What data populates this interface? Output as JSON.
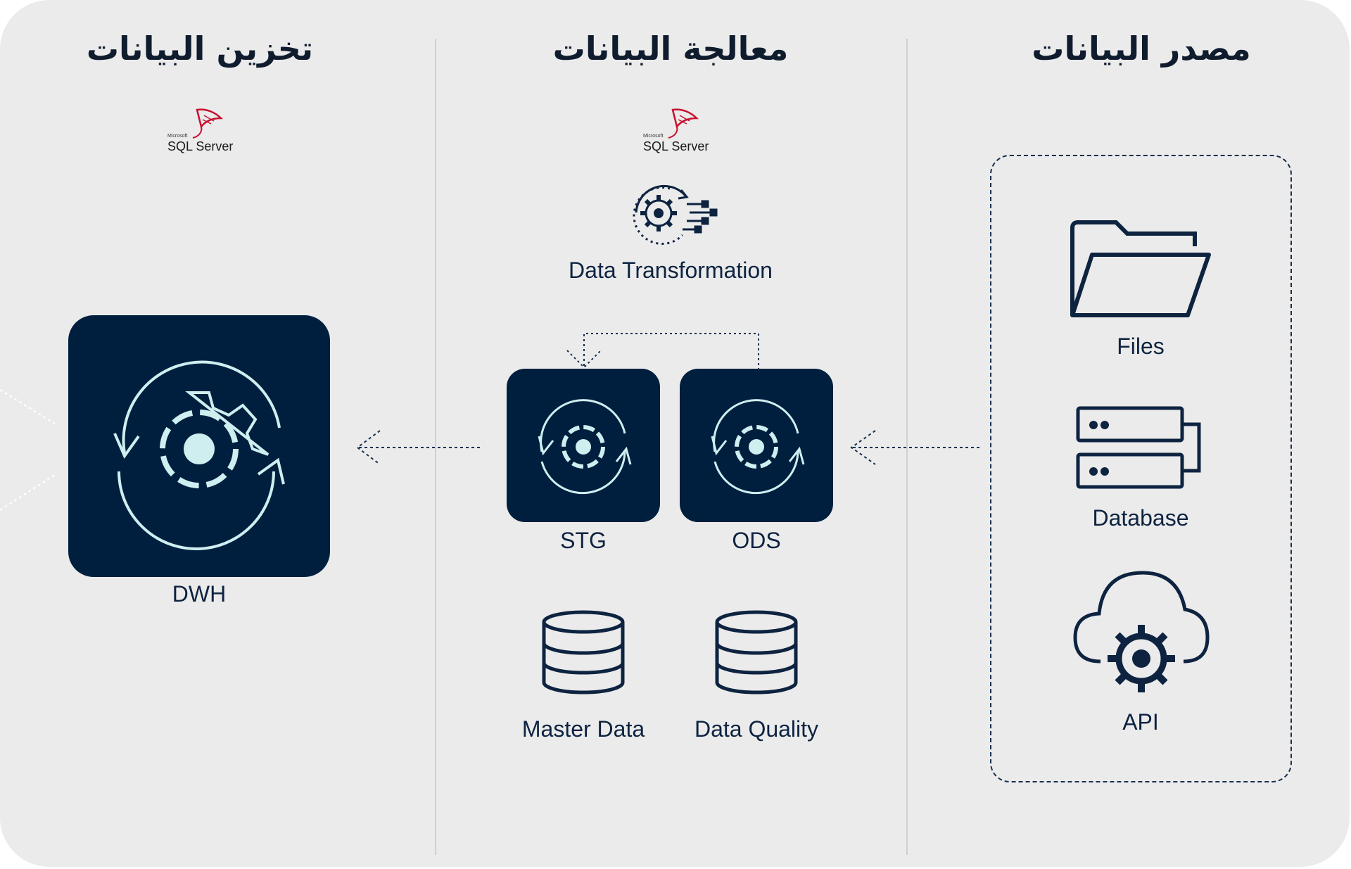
{
  "columns": {
    "source": {
      "heading": "مصدر البيانات"
    },
    "processing": {
      "heading": "معالجة البيانات"
    },
    "storage": {
      "heading": "تخزين البيانات"
    }
  },
  "logos": {
    "sql_server": {
      "brand_small": "Microsoft",
      "text": "SQL Server",
      "color": "#c8102e"
    }
  },
  "source_items": [
    {
      "label": "Files",
      "icon": "folder-icon"
    },
    {
      "label": "Database",
      "icon": "database-servers-icon"
    },
    {
      "label": "API",
      "icon": "cloud-gear-icon"
    }
  ],
  "processing": {
    "transformation_label": "Data Transformation",
    "stg_label": "STG",
    "ods_label": "ODS",
    "master_data_label": "Master Data",
    "data_quality_label": "Data Quality"
  },
  "storage": {
    "dwh_label": "DWH"
  },
  "colors": {
    "navy": "#001f3e",
    "accent": "#cfeef0",
    "background": "#ebebeb",
    "text": "#0d2340"
  }
}
